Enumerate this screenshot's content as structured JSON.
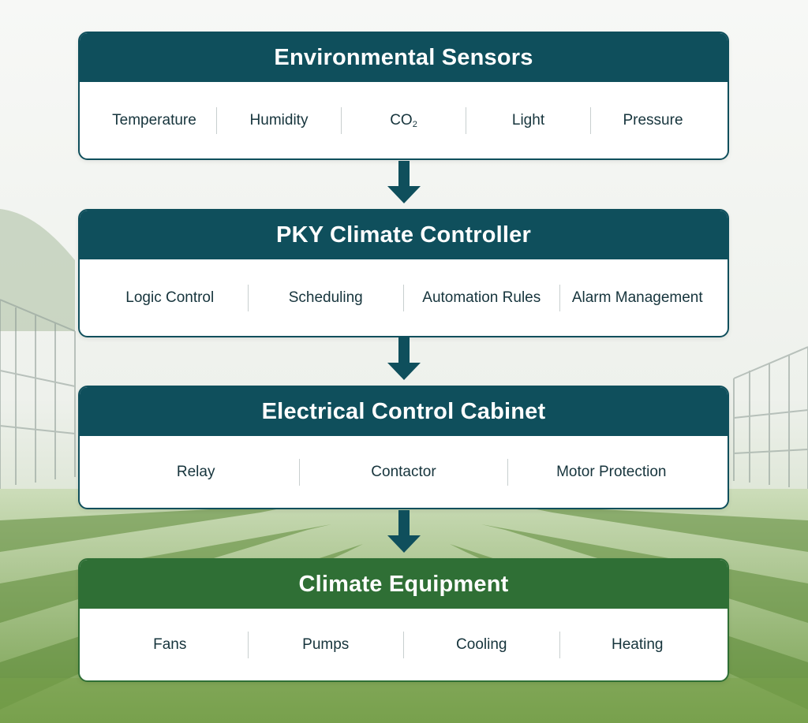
{
  "colors": {
    "teal_header": "#0f4f5c",
    "green_header": "#2f6f35",
    "item_text": "#16343c",
    "arrow": "#0f4f5c"
  },
  "background": {
    "description_icon": "greenhouse-field-background"
  },
  "layers": [
    {
      "title": "Environmental Sensors",
      "theme": "teal",
      "items": [
        "Temperature",
        "Humidity",
        "CO",
        "Light",
        "Pressure"
      ],
      "co2_subscript": "2"
    },
    {
      "title": "PKY Climate Controller",
      "theme": "teal",
      "items": [
        "Logic Control",
        "Scheduling",
        "Automation Rules",
        "Alarm Management"
      ]
    },
    {
      "title": "Electrical Control Cabinet",
      "theme": "teal",
      "items": [
        "Relay",
        "Contactor",
        "Motor Protection"
      ]
    },
    {
      "title": "Climate Equipment",
      "theme": "green",
      "items": [
        "Fans",
        "Pumps",
        "Cooling",
        "Heating"
      ]
    }
  ]
}
